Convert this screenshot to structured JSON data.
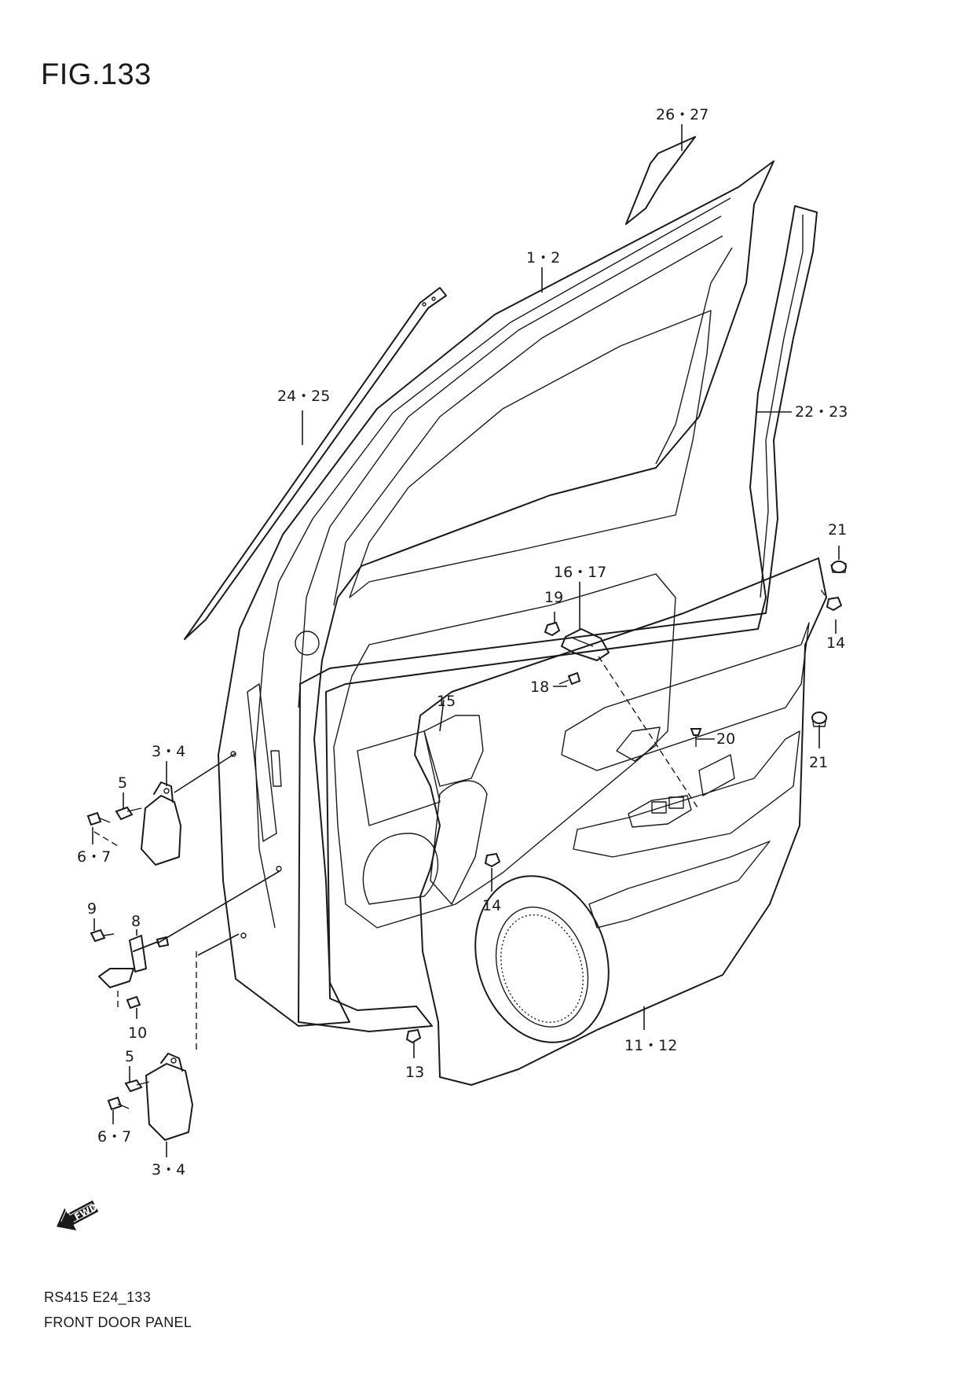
{
  "figure": {
    "title": "FIG.133"
  },
  "callouts": [
    {
      "id": "c-26-27",
      "label": "26・27"
    },
    {
      "id": "c-1-2",
      "label": "1・2"
    },
    {
      "id": "c-24-25",
      "label": "24・25"
    },
    {
      "id": "c-22-23",
      "label": "22・23"
    },
    {
      "id": "c-21-top",
      "label": "21"
    },
    {
      "id": "c-16-17",
      "label": "16・17"
    },
    {
      "id": "c-19",
      "label": "19"
    },
    {
      "id": "c-14-right",
      "label": "14"
    },
    {
      "id": "c-18",
      "label": "18"
    },
    {
      "id": "c-15",
      "label": "15"
    },
    {
      "id": "c-20",
      "label": "20"
    },
    {
      "id": "c-21-bottom",
      "label": "21"
    },
    {
      "id": "c-3-4-top",
      "label": "3・4"
    },
    {
      "id": "c-5-top",
      "label": "5"
    },
    {
      "id": "c-6-7-top",
      "label": "6・7"
    },
    {
      "id": "c-14-mid",
      "label": "14"
    },
    {
      "id": "c-9",
      "label": "9"
    },
    {
      "id": "c-8",
      "label": "8"
    },
    {
      "id": "c-10",
      "label": "10"
    },
    {
      "id": "c-11-12",
      "label": "11・12"
    },
    {
      "id": "c-13",
      "label": "13"
    },
    {
      "id": "c-5-bottom",
      "label": "5"
    },
    {
      "id": "c-6-7-bottom",
      "label": "6・7"
    },
    {
      "id": "c-3-4-bottom",
      "label": "3・4"
    }
  ],
  "fwd_arrow": {
    "label": "FWD",
    "icon": "fwd-arrow-icon"
  },
  "footer": {
    "code": "RS415 E24_133",
    "name": "FRONT DOOR PANEL"
  }
}
